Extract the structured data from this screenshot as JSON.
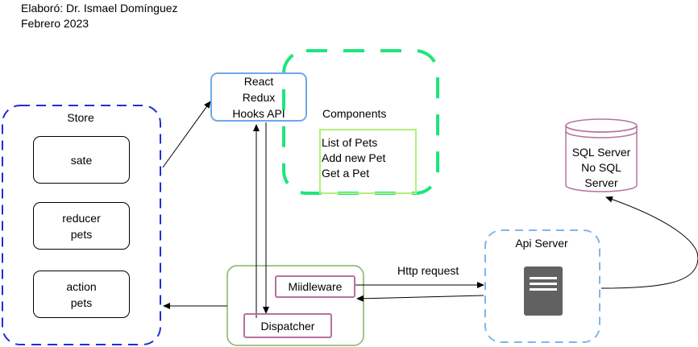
{
  "credits": {
    "author": "Elaboró: Dr. Ismael Domínguez",
    "date": "Febrero 2023"
  },
  "store": {
    "title": "Store",
    "items": [
      "sate",
      "reducer\npets",
      "action\npets"
    ]
  },
  "react": {
    "label": "React\nRedux\nHooks API"
  },
  "components": {
    "title": "Components",
    "items": "List of Pets\nAdd new Pet\nGet a Pet"
  },
  "redux_flow": {
    "middleware": "Miidleware",
    "dispatcher": "Dispatcher"
  },
  "http_label": "Http request",
  "api": {
    "title": "Api Server",
    "server_icon": "server-icon"
  },
  "database": {
    "label": "SQL Server\nNo SQL\nServer"
  },
  "colors": {
    "store_border": "#1f2ed6",
    "react_border": "#6fa8e8",
    "components_border": "#1ee57d",
    "list_border": "#b5ef7a",
    "flow_border": "#82b366",
    "inner_border": "#b5739d",
    "api_border": "#7eb6ea",
    "server_fill": "#616161",
    "db_border": "#b5739d"
  }
}
